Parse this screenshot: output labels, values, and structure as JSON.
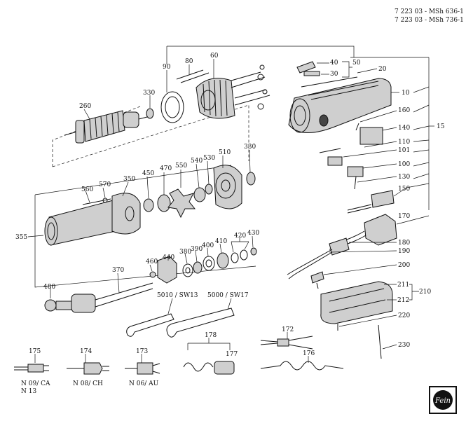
{
  "header": {
    "line1": "7 223 03 - MSh 636-1",
    "line2": "7 223 03 - MSh 736-1"
  },
  "logo": {
    "text": "Fein"
  },
  "labels": {
    "p10": "10",
    "p15": "15",
    "p20": "20",
    "p30": "30",
    "p40": "40",
    "p50": "50",
    "p60": "60",
    "p80": "80",
    "p90": "90",
    "p100": "100",
    "p101": "101",
    "p110": "110",
    "p130": "130",
    "p140": "140",
    "p150": "150",
    "p160": "160",
    "p170": "170",
    "p172": "172",
    "p173": "173",
    "p174": "174",
    "p175": "175",
    "p176": "176",
    "p177": "177",
    "p178": "178",
    "p180": "180",
    "p190": "190",
    "p200": "200",
    "p210": "210",
    "p211": "211",
    "p212": "212",
    "p220": "220",
    "p230": "230",
    "p260": "260",
    "p330a": "330",
    "p330b": "330",
    "p350": "350",
    "p355": "355",
    "p370": "370",
    "p380": "380",
    "p390": "390",
    "p400": "400",
    "p410": "410",
    "p420": "420",
    "p430": "430",
    "p440": "440",
    "p450": "450",
    "p460": "460",
    "p470": "470",
    "p480": "480",
    "p510": "510",
    "p530": "530",
    "p540": "540",
    "p550": "550",
    "p560": "560",
    "p570": "570",
    "sw13": "5010 / SW13",
    "sw17": "5000 / SW17",
    "n09": "N 09/ CA",
    "n13": "N 13",
    "n08": "N 08/ CH",
    "n06": "N 06/ AU"
  }
}
